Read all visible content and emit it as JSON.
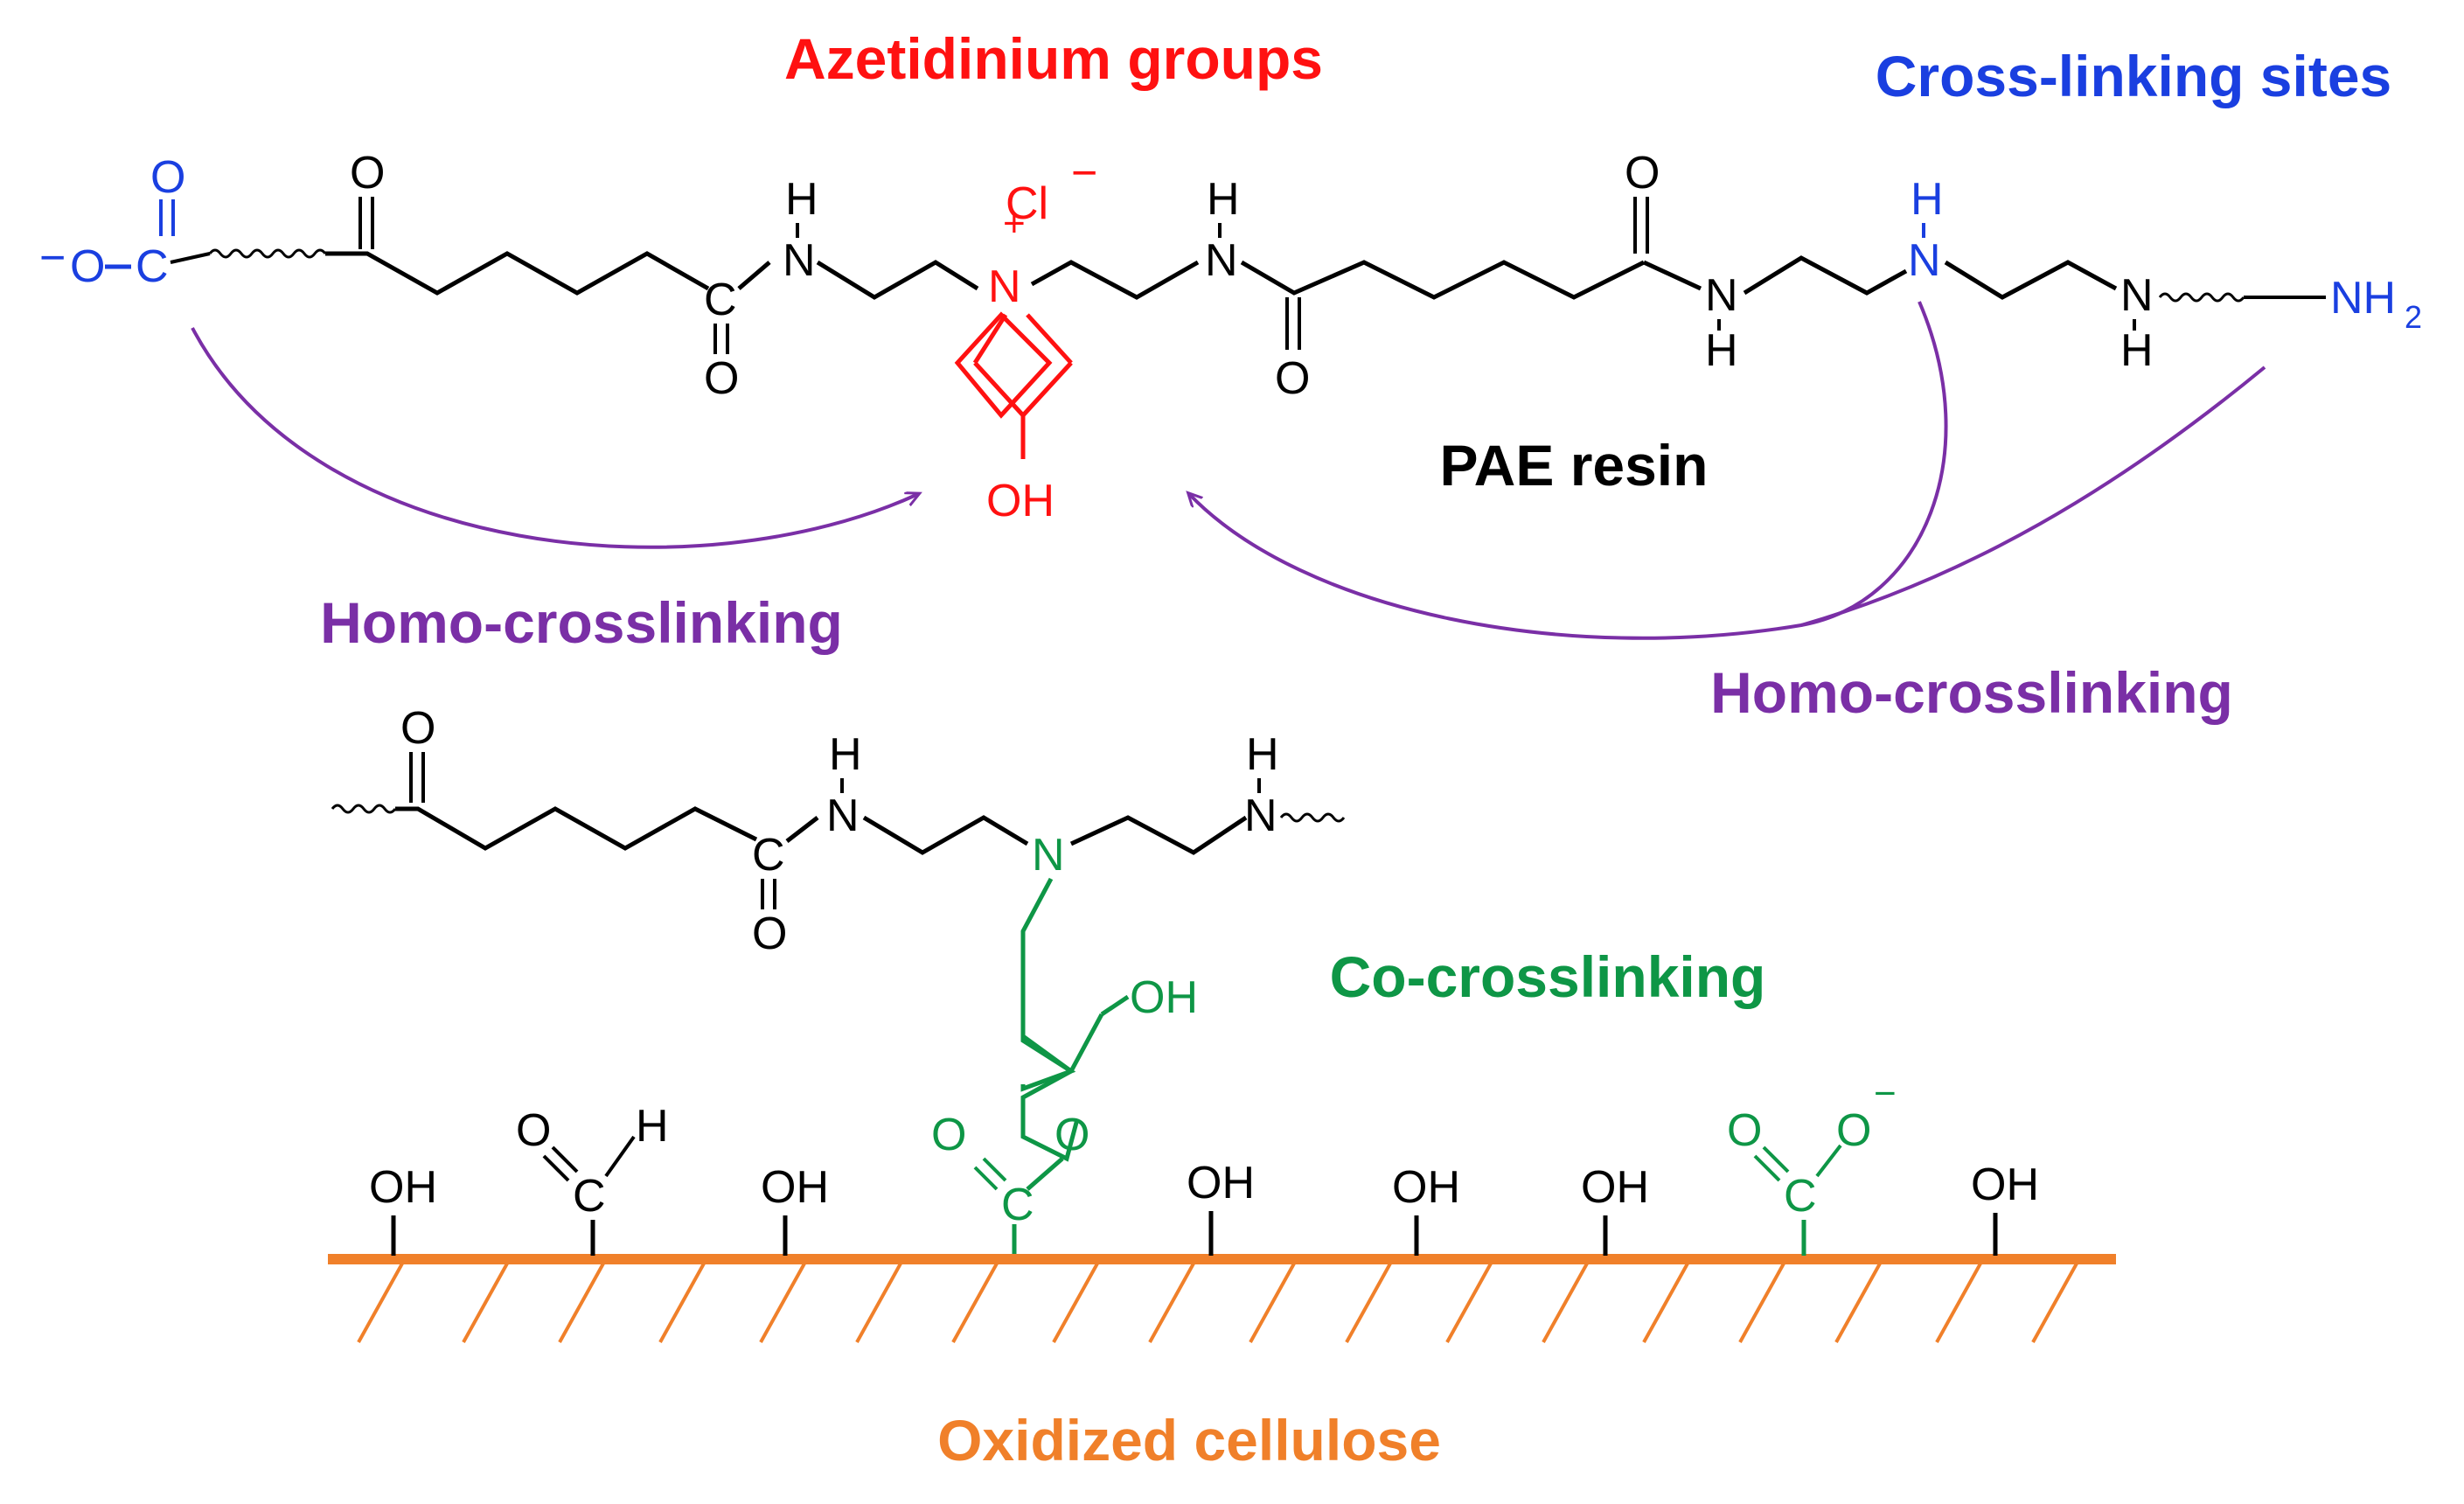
{
  "labels": {
    "azetidinium": "Azetidinium groups",
    "crosslinking_sites": "Cross-linking sites",
    "pae_resin": "PAE resin",
    "homo_left": "Homo-crosslinking",
    "homo_right": "Homo-crosslinking",
    "co_crosslinking": "Co-crosslinking",
    "oxidized_cellulose": "Oxidized cellulose"
  },
  "atoms": {
    "o": "O",
    "c": "C",
    "n": "N",
    "h": "H",
    "oh": "OH",
    "cl": "Cl",
    "nh2": "NH",
    "sub2": "2",
    "minus": "−",
    "plus": "+",
    "dash_o": "O"
  },
  "colors": {
    "azetidinium": "#ff1111",
    "crosslinking": "#1a3fe0",
    "homo": "#7a2fa6",
    "co": "#0e9646",
    "cellulose": "#f0802a",
    "resin": "#000000"
  },
  "icons": {
    "homo_arrow_left": "curved-arrow-icon",
    "homo_arrow_right": "curved-arrow-icon"
  }
}
